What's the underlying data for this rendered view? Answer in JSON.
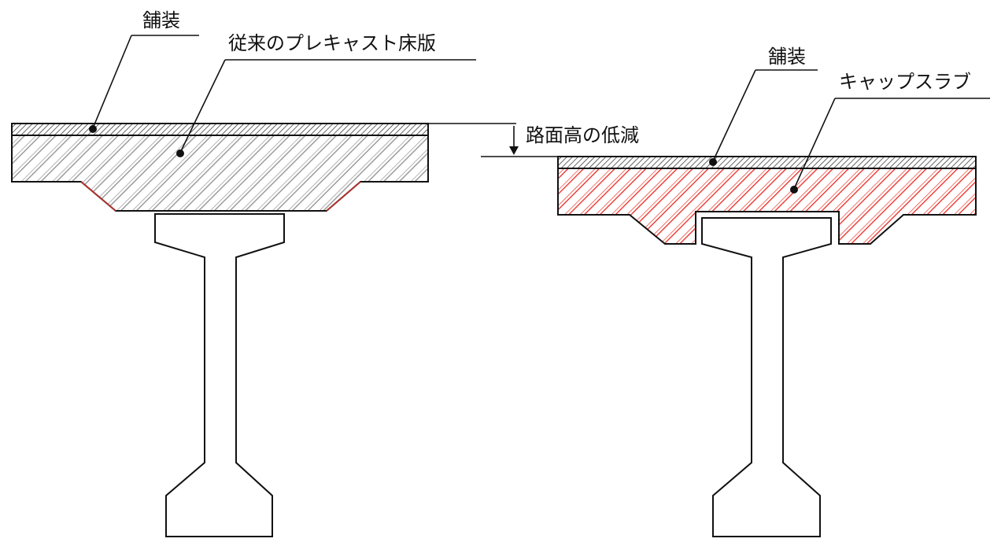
{
  "left_figure": {
    "paving_label": "舗装",
    "deck_label": "従来のプレキャスト床版"
  },
  "height_note": {
    "label": "路面高の低減"
  },
  "right_figure": {
    "paving_label": "舗装",
    "slab_label": "キャップスラブ"
  },
  "colors": {
    "outline": "#111111",
    "conventional_hatch": "#8c8c8c",
    "cap_slab_hatch": "#e8261e",
    "paving_hatch": "#222222"
  }
}
